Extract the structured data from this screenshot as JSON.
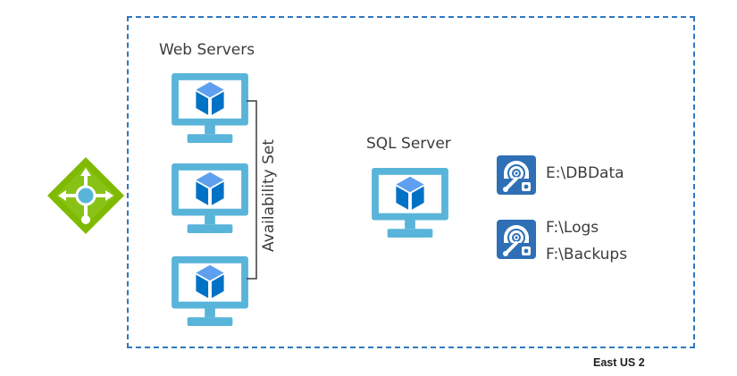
{
  "web_tier": {
    "title": "Web Servers",
    "availability_set_label": "Availability Set",
    "vm_icon": "virtual-machine-icon",
    "vm_count": 3
  },
  "sql_tier": {
    "title": "SQL Server",
    "vm_icon": "virtual-machine-icon"
  },
  "disks": [
    {
      "icon": "managed-disk-icon",
      "labels": [
        "E:\\DBData"
      ]
    },
    {
      "icon": "managed-disk-icon",
      "labels": [
        "F:\\Logs",
        "F:\\Backups"
      ]
    }
  ],
  "load_balancer": {
    "icon": "load-balancer-icon"
  },
  "region": {
    "label": "East US 2"
  },
  "colors": {
    "region_border": "#2e78c3",
    "monitor_frame": "#59b4d9",
    "monitor_screen": "#ffffff",
    "cube_dark": "#0072c6",
    "cube_light": "#5ea0ef",
    "disk_body": "#2e6fb5",
    "load_balancer_green": "#7fba00",
    "connector": "#3c3c3c"
  }
}
